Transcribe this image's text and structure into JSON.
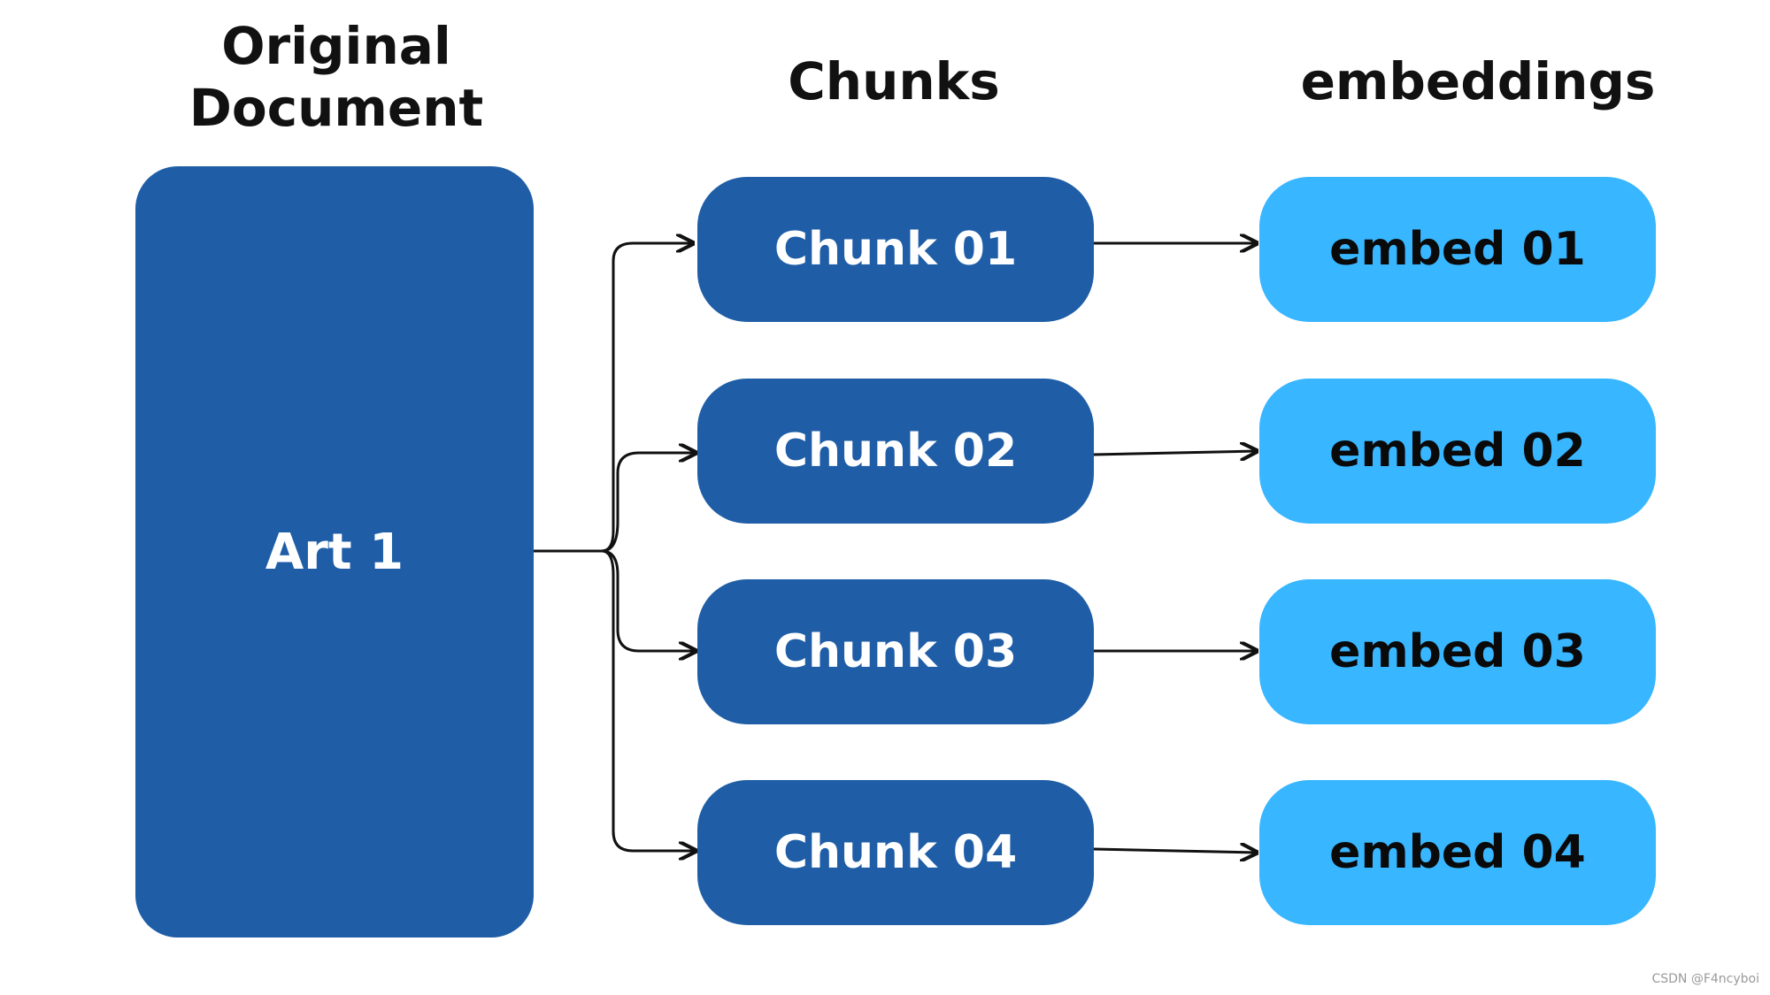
{
  "headings": {
    "original_line1": "Original",
    "original_line2": "Document",
    "chunks": "Chunks",
    "embeddings": "embeddings"
  },
  "document": {
    "label": "Art 1"
  },
  "chunks": [
    "Chunk 01",
    "Chunk 02",
    "Chunk 03",
    "Chunk 04"
  ],
  "embeds": [
    "embed 01",
    "embed 02",
    "embed 03",
    "embed 04"
  ],
  "watermark": "CSDN @F4ncyboi",
  "colors": {
    "document_fill": "#1f5ea7",
    "chunk_fill": "#1f5ea7",
    "embed_fill": "#38b6ff",
    "arrow": "#111111"
  }
}
